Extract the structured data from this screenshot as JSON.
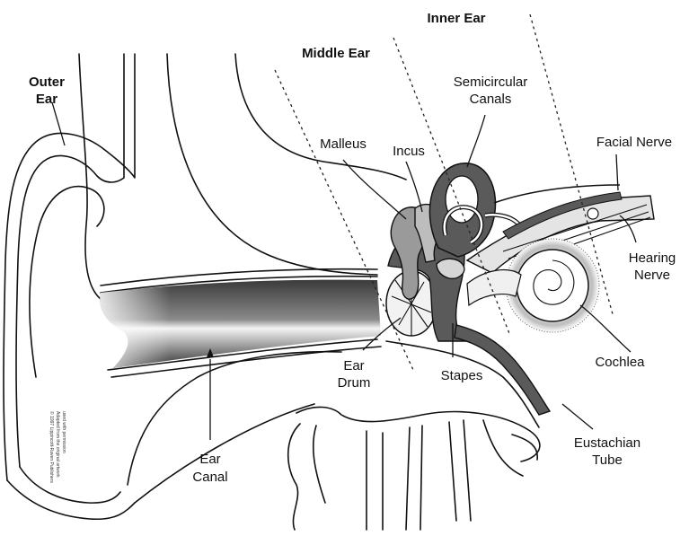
{
  "colors": {
    "ink": "#111111",
    "dark_fill": "#5a5a5a",
    "mid_fill": "#9a9a9a",
    "light_fill": "#d6d6d6",
    "background": "#ffffff"
  },
  "labels": {
    "outer_ear_line1": "Outer",
    "outer_ear_line2": "Ear",
    "middle_ear": "Middle Ear",
    "inner_ear": "Inner Ear",
    "semicircular_line1": "Semicircular",
    "semicircular_line2": "Canals",
    "malleus": "Malleus",
    "incus": "Incus",
    "facial_nerve": "Facial Nerve",
    "hearing_nerve_line1": "Hearing",
    "hearing_nerve_line2": "Nerve",
    "cochlea": "Cochlea",
    "ear_drum_line1": "Ear",
    "ear_drum_line2": "Drum",
    "stapes": "Stapes",
    "ear_canal_line1": "Ear",
    "ear_canal_line2": "Canal",
    "eustachian_line1": "Eustachian",
    "eustachian_line2": "Tube"
  },
  "credit_lines": [
    "© 1997 Lippincott-Raven Publishers",
    "Adapted from the original artwork",
    "used with permission"
  ]
}
